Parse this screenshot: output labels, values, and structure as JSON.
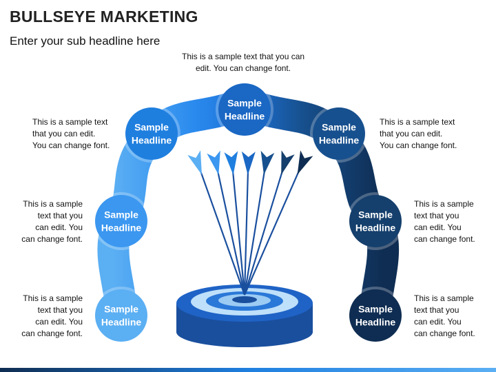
{
  "header": {
    "title": "BULLSEYE MARKETING",
    "subtitle": "Enter your sub headline here"
  },
  "nodes": [
    {
      "label": "Sample\nHeadline",
      "color": "#5BAFF3",
      "description": "This is a sample\ntext that you\ncan edit. You\ncan change font."
    },
    {
      "label": "Sample\nHeadline",
      "color": "#3B97F0",
      "description": "This is a sample\ntext that you\ncan edit. You\ncan change font."
    },
    {
      "label": "Sample\nHeadline",
      "color": "#1F7FDF",
      "description": "This is a sample text\nthat you can edit.\nYou can change font."
    },
    {
      "label": "Sample\nHeadline",
      "color": "#1A67C4",
      "description": "This is a sample text that you can\nedit. You can change font."
    },
    {
      "label": "Sample\nHeadline",
      "color": "#17508E",
      "description": "This is a sample text\nthat you can edit.\nYou can change font."
    },
    {
      "label": "Sample\nHeadline",
      "color": "#153F6C",
      "description": "This is a sample\ntext that you\ncan edit. You\ncan change font."
    },
    {
      "label": "Sample\nHeadline",
      "color": "#0F2D52",
      "description": "This is a sample\ntext that you\ncan edit. You\ncan change font."
    }
  ],
  "arrow_colors": [
    "#5BAFF3",
    "#3B97F0",
    "#1F7FDF",
    "#1A67C4",
    "#17508E",
    "#153F6C",
    "#0F2D52"
  ],
  "target_colors": {
    "base": "#1A4F9E",
    "top": "#1F63C6",
    "ring": "#BFE0FA",
    "inner": "#2A78D8",
    "center": "#9CCBF3"
  }
}
